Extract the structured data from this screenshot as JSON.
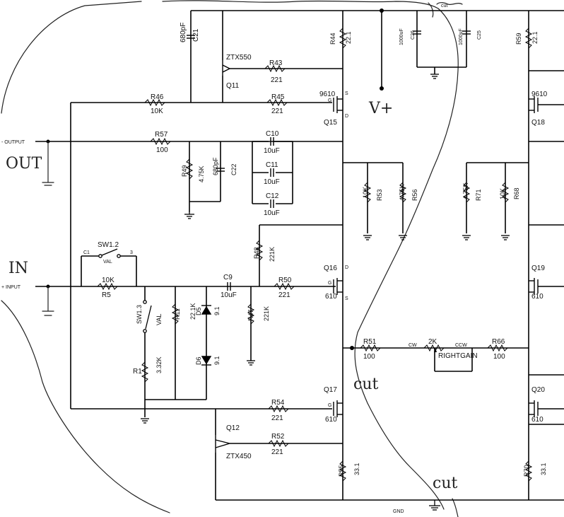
{
  "labels": {
    "top_right_scribble": "cut",
    "c21": "C21",
    "c21_val": "680pF",
    "zt550": "ZTX550",
    "q11": "Q11",
    "r43": "R43",
    "r43_val": "221",
    "r44": "R44",
    "r44_val": "22.1",
    "r46": "R46",
    "r46_val": "10K",
    "r45": "R45",
    "r45_val": "221",
    "q15": "Q15",
    "q15_part": "9610",
    "q15_g": "G",
    "q15_s": "S",
    "q15_d": "D",
    "vplus": "V+",
    "c26": "C26",
    "c26_val": "1000uF",
    "c25": "C25",
    "c25_val": "1000uF",
    "r59": "R59",
    "r59_val": "22.1",
    "q18": "Q18",
    "q18_part": "9610",
    "output": "- OUTPUT",
    "out_hand": "OUT",
    "r57": "R57",
    "r57_val": "100",
    "c10": "C10",
    "c10_val": "10uF",
    "c11": "C11",
    "c11_val": "10uF",
    "c12": "C12",
    "c12_val": "10uF",
    "r49": "R49",
    "r49_val": "4.75K",
    "c22": "C22",
    "c22_val": "680pF",
    "r53": "R53",
    "r53_val": "10K",
    "r56": "R56",
    "r56_val": "4.75K",
    "r71": "R71",
    "r71_val": "4.75K",
    "r68": "R68",
    "r68_val": "10K",
    "sw12": "SW1.2",
    "sw12_c": "C1",
    "sw12_val": "VAL",
    "sw12_3": "3",
    "r48": "R48",
    "r48_val": "221K",
    "in_hand": "IN",
    "input": "+ INPUT",
    "r5": "R5",
    "r5_val": "10K",
    "c9": "C9",
    "c9_val": "10uF",
    "r50": "R50",
    "r50_val": "221",
    "q16": "Q16",
    "q16_part": "610",
    "q16_g": "G",
    "q16_s": "S",
    "q16_d": "D",
    "q19": "Q19",
    "q19_part": "610",
    "sw13": "SW1.3",
    "sw13_val": "VAL",
    "r11": "R11",
    "r11_val": "22.1K",
    "d5": "D5",
    "d5_val": "9.1",
    "d6": "D6",
    "d6_val": "9.1",
    "r47": "R47",
    "r47_val": "221K",
    "r51": "R51",
    "r51_val": "100",
    "pot_cw": "CW",
    "pot_val": "2K",
    "pot_ccw": "CCW",
    "pot_name": "RIGHTGAIN",
    "r66": "R66",
    "r66_val": "100",
    "r1": "R1",
    "r1_val": "3.32K",
    "cut1": "cut",
    "r54": "R54",
    "r54_val": "221",
    "q17": "Q17",
    "q17_part": "610",
    "q17_g": "G",
    "q20": "Q20",
    "q20_part": "610",
    "q12": "Q12",
    "r52": "R52",
    "r52_val": "221",
    "ztx450": "ZTX450",
    "r55": "R55",
    "r55_val": "33.1",
    "r70": "R70",
    "r70_val": "33.1",
    "cut2": "cut",
    "gnd": "GND"
  }
}
